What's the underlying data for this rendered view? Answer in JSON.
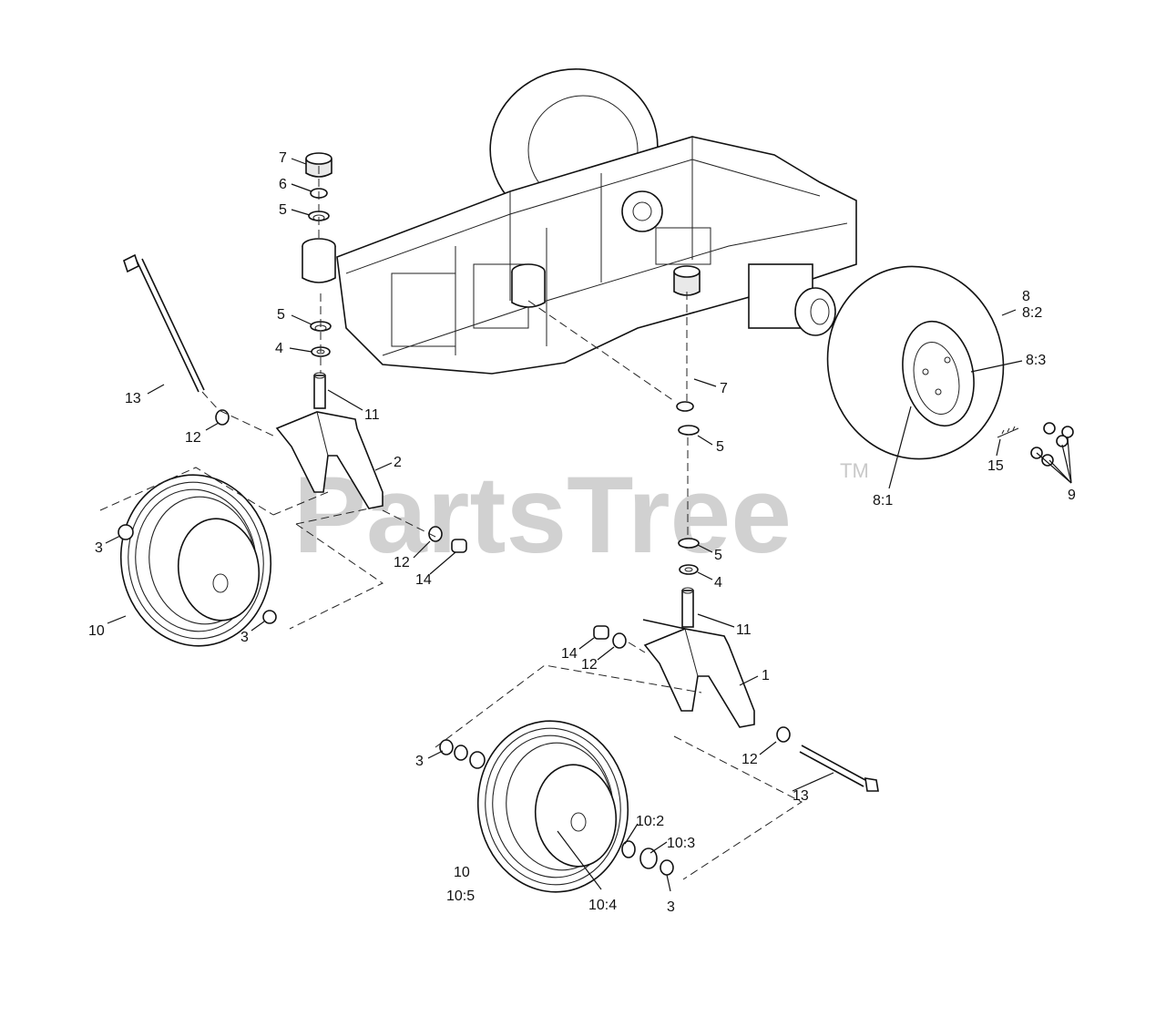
{
  "watermark": {
    "text": "PartsTree",
    "trademark": "TM"
  },
  "callouts": [
    {
      "id": "c-7a",
      "label": "7"
    },
    {
      "id": "c-6",
      "label": "6"
    },
    {
      "id": "c-5a",
      "label": "5"
    },
    {
      "id": "c-5b",
      "label": "5"
    },
    {
      "id": "c-4a",
      "label": "4"
    },
    {
      "id": "c-11a",
      "label": "11"
    },
    {
      "id": "c-13a",
      "label": "13"
    },
    {
      "id": "c-12a",
      "label": "12"
    },
    {
      "id": "c-2",
      "label": "2"
    },
    {
      "id": "c-3a",
      "label": "3"
    },
    {
      "id": "c-3b",
      "label": "3"
    },
    {
      "id": "c-10a",
      "label": "10"
    },
    {
      "id": "c-12b",
      "label": "12"
    },
    {
      "id": "c-14a",
      "label": "14"
    },
    {
      "id": "c-7b",
      "label": "7"
    },
    {
      "id": "c-5c",
      "label": "5"
    },
    {
      "id": "c-5d",
      "label": "5"
    },
    {
      "id": "c-4b",
      "label": "4"
    },
    {
      "id": "c-11b",
      "label": "11"
    },
    {
      "id": "c-14b",
      "label": "14"
    },
    {
      "id": "c-12c",
      "label": "12"
    },
    {
      "id": "c-1",
      "label": "1"
    },
    {
      "id": "c-3c",
      "label": "3"
    },
    {
      "id": "c-12d",
      "label": "12"
    },
    {
      "id": "c-13b",
      "label": "13"
    },
    {
      "id": "c-10b",
      "label": "10"
    },
    {
      "id": "c-10-5",
      "label": "10:5"
    },
    {
      "id": "c-10-4",
      "label": "10:4"
    },
    {
      "id": "c-10-2",
      "label": "10:2"
    },
    {
      "id": "c-10-3",
      "label": "10:3"
    },
    {
      "id": "c-3d",
      "label": "3"
    },
    {
      "id": "c-8",
      "label": "8"
    },
    {
      "id": "c-8-2",
      "label": "8:2"
    },
    {
      "id": "c-8-3",
      "label": "8:3"
    },
    {
      "id": "c-8-1",
      "label": "8:1"
    },
    {
      "id": "c-15",
      "label": "15"
    },
    {
      "id": "c-9",
      "label": "9"
    }
  ]
}
